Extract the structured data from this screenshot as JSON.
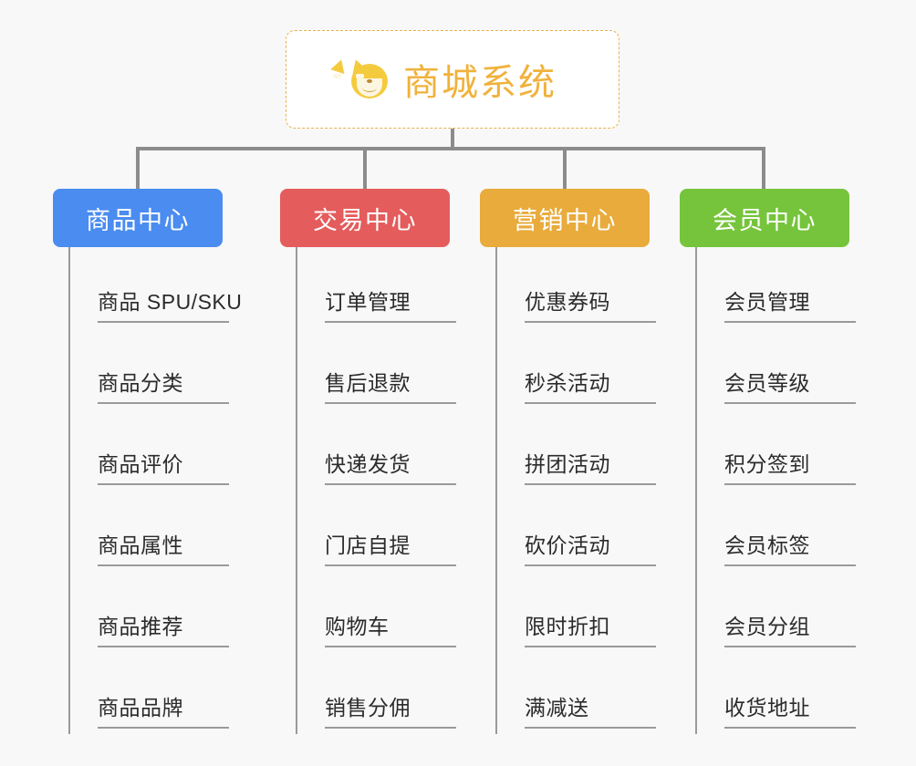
{
  "page": {
    "background": "#f8f8f8",
    "title": "商城系统"
  },
  "root": {
    "label": "商城系统",
    "icon": "shiba-dog-face-emoji",
    "text_color": "#f0b23c",
    "border_color": "#e8b24c",
    "background": "#ffffff"
  },
  "categories": [
    {
      "label": "商品中心",
      "color": "#4a8cf0",
      "items": [
        {
          "label": "商品 SPU/SKU"
        },
        {
          "label": "商品分类"
        },
        {
          "label": "商品评价"
        },
        {
          "label": "商品属性"
        },
        {
          "label": "商品推荐"
        },
        {
          "label": "商品品牌"
        }
      ]
    },
    {
      "label": "交易中心",
      "color": "#e45c5c",
      "items": [
        {
          "label": "订单管理"
        },
        {
          "label": "售后退款"
        },
        {
          "label": "快递发货"
        },
        {
          "label": "门店自提"
        },
        {
          "label": "购物车"
        },
        {
          "label": "销售分佣"
        }
      ]
    },
    {
      "label": "营销中心",
      "color": "#e8ab3c",
      "items": [
        {
          "label": "优惠券码"
        },
        {
          "label": "秒杀活动"
        },
        {
          "label": "拼团活动"
        },
        {
          "label": "砍价活动"
        },
        {
          "label": "限时折扣"
        },
        {
          "label": "满减送"
        }
      ]
    },
    {
      "label": "会员中心",
      "color": "#76c43c",
      "items": [
        {
          "label": "会员管理"
        },
        {
          "label": "会员等级"
        },
        {
          "label": "积分签到"
        },
        {
          "label": "会员标签"
        },
        {
          "label": "会员分组"
        },
        {
          "label": "收货地址"
        }
      ]
    }
  ],
  "connectors": {
    "color": "#8c8c8c",
    "leaf_line_color": "#9a9a9a"
  }
}
